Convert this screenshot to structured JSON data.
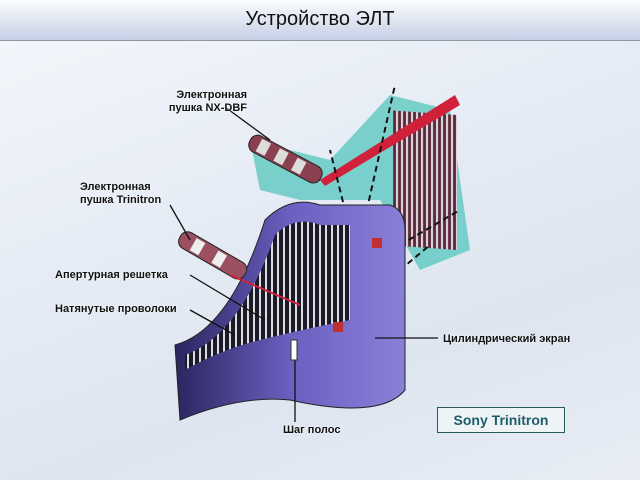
{
  "header": {
    "title": "Устройство ЭЛТ"
  },
  "labels": {
    "gun_nxdbf_line1": "Электронная",
    "gun_nxdbf_line2": "пушка NX-DBF",
    "gun_trinitron_line1": "Электронная",
    "gun_trinitron_line2": "пушка Trinitron",
    "aperture_grille": "Апертурная решетка",
    "tension_wires": "Натянутые проволоки",
    "cylindrical_screen": "Цилиндрический экран",
    "stripe_pitch": "Шаг полос"
  },
  "brand": "Sony Trinitron",
  "colors": {
    "tube": "#5a4fa8",
    "teal": "#5ec8c0",
    "beam": "#d0203a"
  }
}
